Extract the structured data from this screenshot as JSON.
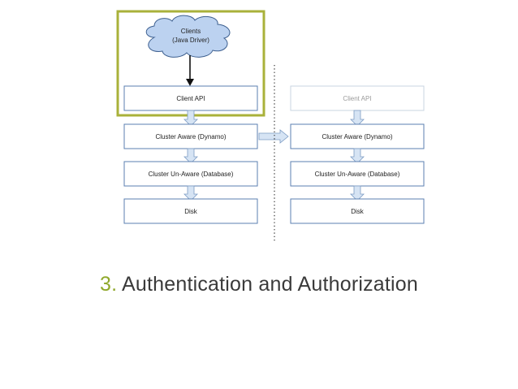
{
  "diagram": {
    "clients_line1": "Clients",
    "clients_line2": "(Java Driver)",
    "left_stack": {
      "client_api": "Client API",
      "cluster_aware": "Cluster Aware (Dynamo)",
      "cluster_unaware": "Cluster Un-Aware (Database)",
      "disk": "Disk"
    },
    "right_stack": {
      "client_api": "Client API",
      "cluster_aware": "Cluster Aware (Dynamo)",
      "cluster_unaware": "Cluster Un-Aware (Database)",
      "disk": "Disk"
    },
    "colors": {
      "highlight_border": "#a9b13a",
      "box_border": "#5b7fb0",
      "cloud_fill": "#bcd2f0",
      "arrow_fill": "#d6e4f4",
      "faded_border": "#c8d4e2"
    }
  },
  "caption": {
    "number": "3.",
    "text": "Authentication and Authorization",
    "number_color": "#8fa82a"
  }
}
